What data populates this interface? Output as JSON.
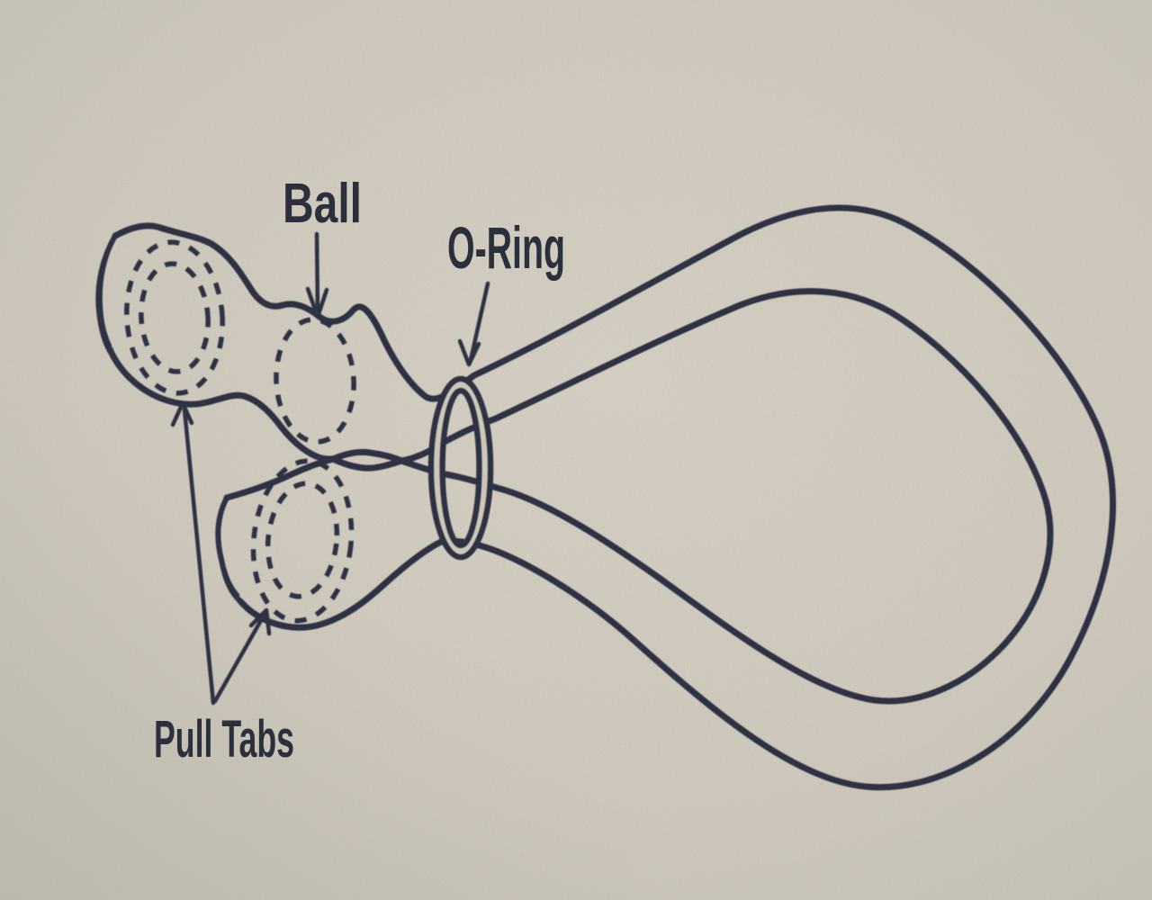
{
  "figure": {
    "type": "hand-drawn instructional line diagram of a ball-launcher / slingshot pouch device",
    "labels": {
      "ball": "Ball",
      "o_ring": "O-Ring",
      "pull_tabs": "Pull Tabs"
    }
  },
  "colors": {
    "background": "#d6d0c3",
    "background_light": "#ddd7ca",
    "background_dark": "#c9c4b7",
    "ink": "#20263a"
  }
}
